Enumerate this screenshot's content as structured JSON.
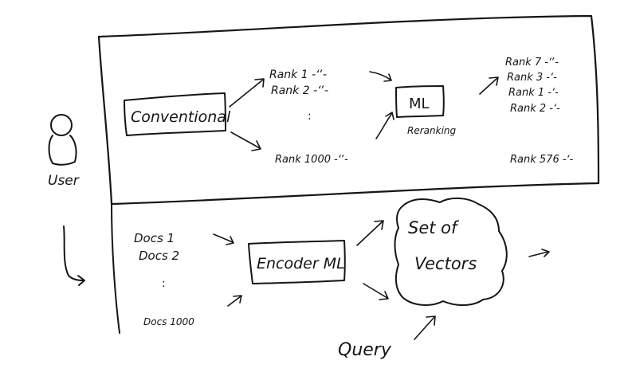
{
  "user": {
    "label": "User"
  },
  "conventional": {
    "box_label": "Conventional",
    "ranks": [
      "Rank 1  -ʻʼ-",
      "Rank 2  -ʻʼ-"
    ],
    "ellipsis": ":",
    "rank_last": "Rank 1000 -ʻʼ-"
  },
  "ml": {
    "box_label": "ML",
    "caption": "Reranking"
  },
  "reranked": {
    "ranks": [
      "Rank 7  -ʻʼ-",
      "Rank 3  -ʻ-",
      "Rank 1  -ʻ-",
      "Rank 2  -ʻ-"
    ],
    "rank_last": "Rank 576 -ʻ-"
  },
  "docs": {
    "items": [
      "Docs  1",
      "Docs  2"
    ],
    "ellipsis": ":",
    "last": "Docs 1000"
  },
  "encoder": {
    "box_label": "Encoder ML"
  },
  "vectors": {
    "line1": "Set of",
    "line2": "Vectors"
  },
  "query": {
    "label": "Query"
  }
}
